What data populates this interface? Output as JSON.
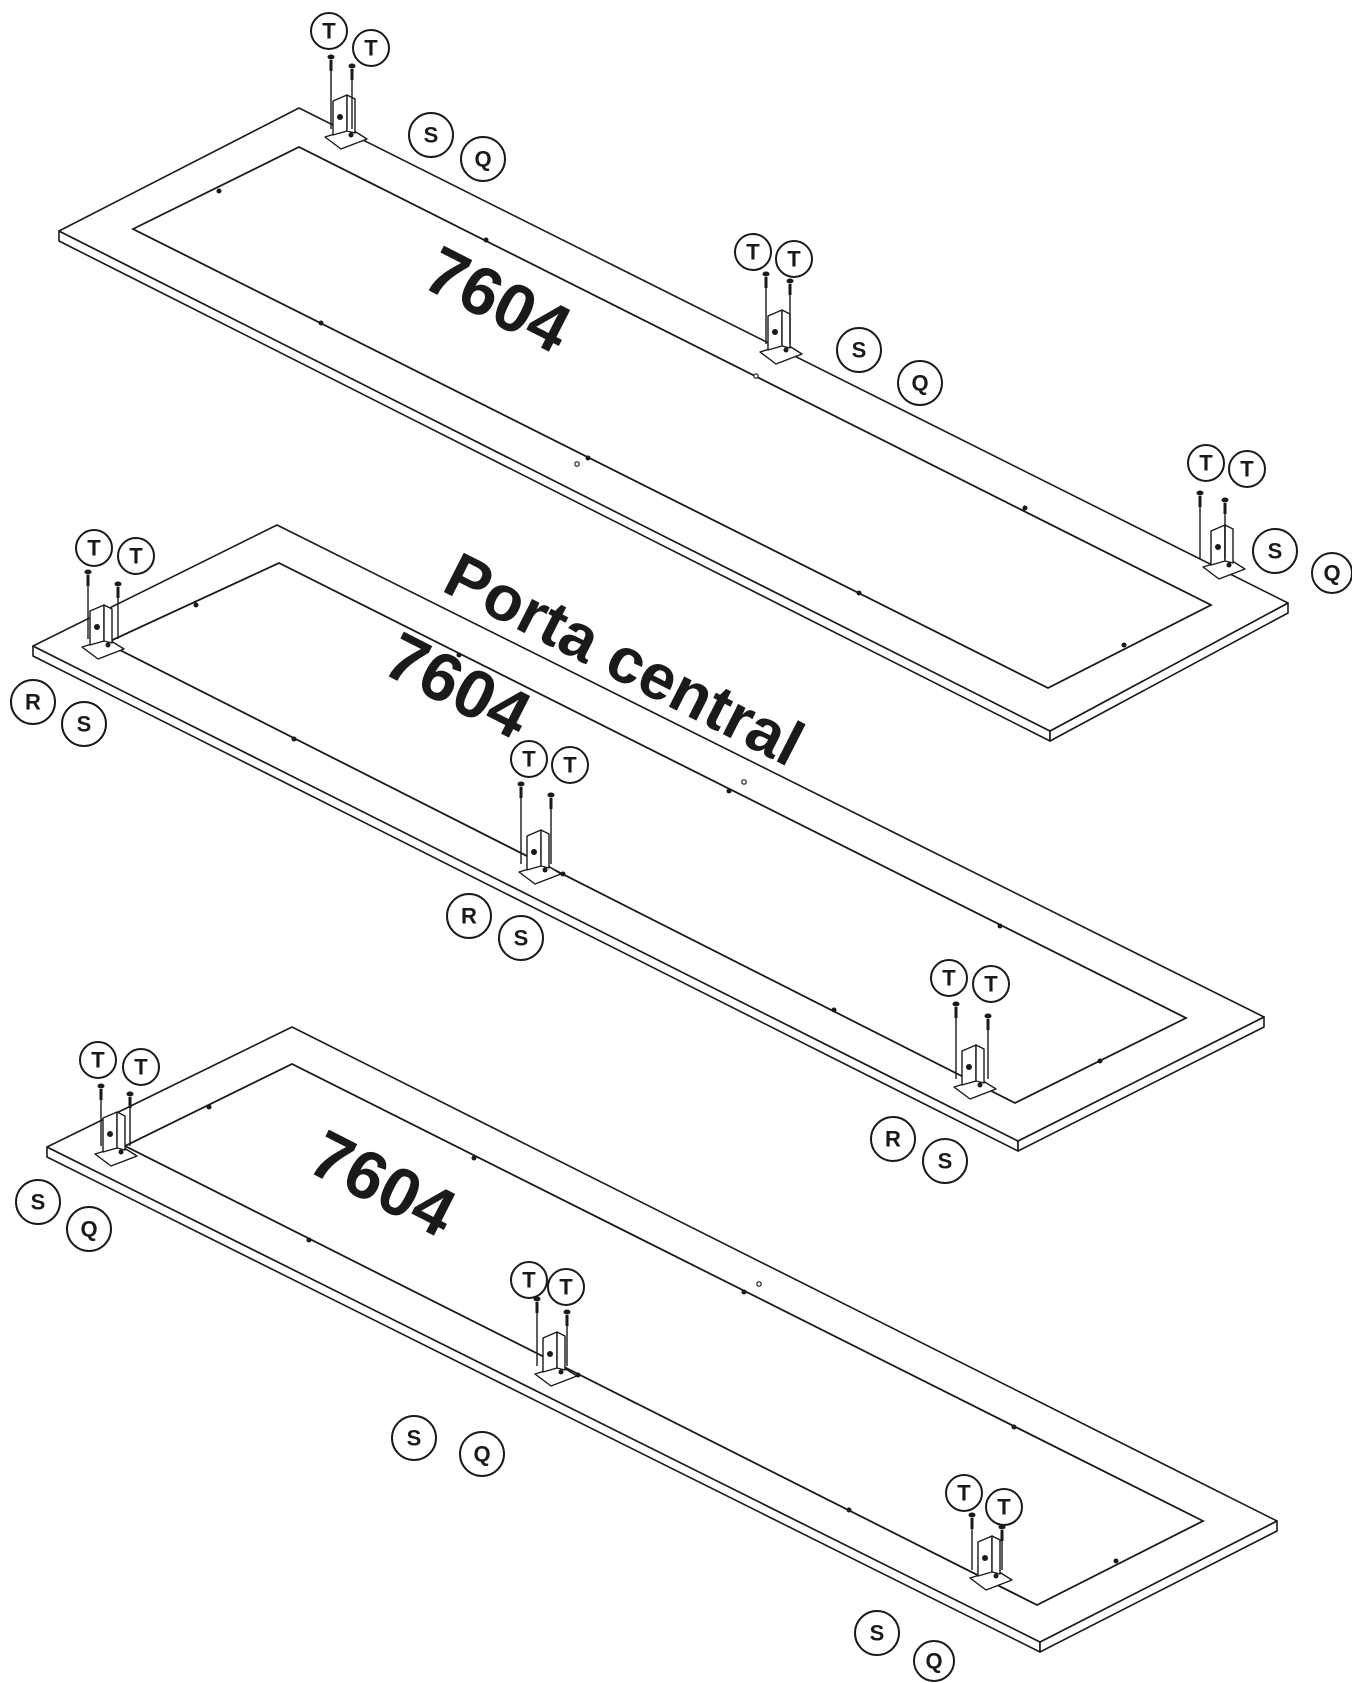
{
  "panels": [
    {
      "id": "top",
      "code_label": "7604",
      "hinges": [
        {
          "callouts": [
            "T",
            "T",
            "S",
            "Q"
          ]
        },
        {
          "callouts": [
            "T",
            "T",
            "S",
            "Q"
          ]
        },
        {
          "callouts": [
            "T",
            "T",
            "S",
            "Q"
          ]
        }
      ]
    },
    {
      "id": "middle",
      "code_label": "7604",
      "title": "Porta central",
      "hinges": [
        {
          "callouts": [
            "T",
            "T",
            "R",
            "S"
          ]
        },
        {
          "callouts": [
            "T",
            "T",
            "R",
            "S"
          ]
        },
        {
          "callouts": [
            "T",
            "T",
            "R",
            "S"
          ]
        }
      ]
    },
    {
      "id": "bottom",
      "code_label": "7604",
      "hinges": [
        {
          "callouts": [
            "T",
            "T",
            "S",
            "Q"
          ]
        },
        {
          "callouts": [
            "T",
            "T",
            "S",
            "Q"
          ]
        },
        {
          "callouts": [
            "T",
            "T",
            "S",
            "Q"
          ]
        }
      ]
    }
  ],
  "colors": {
    "ink": "#1a1a1a",
    "paper": "#ffffff"
  }
}
